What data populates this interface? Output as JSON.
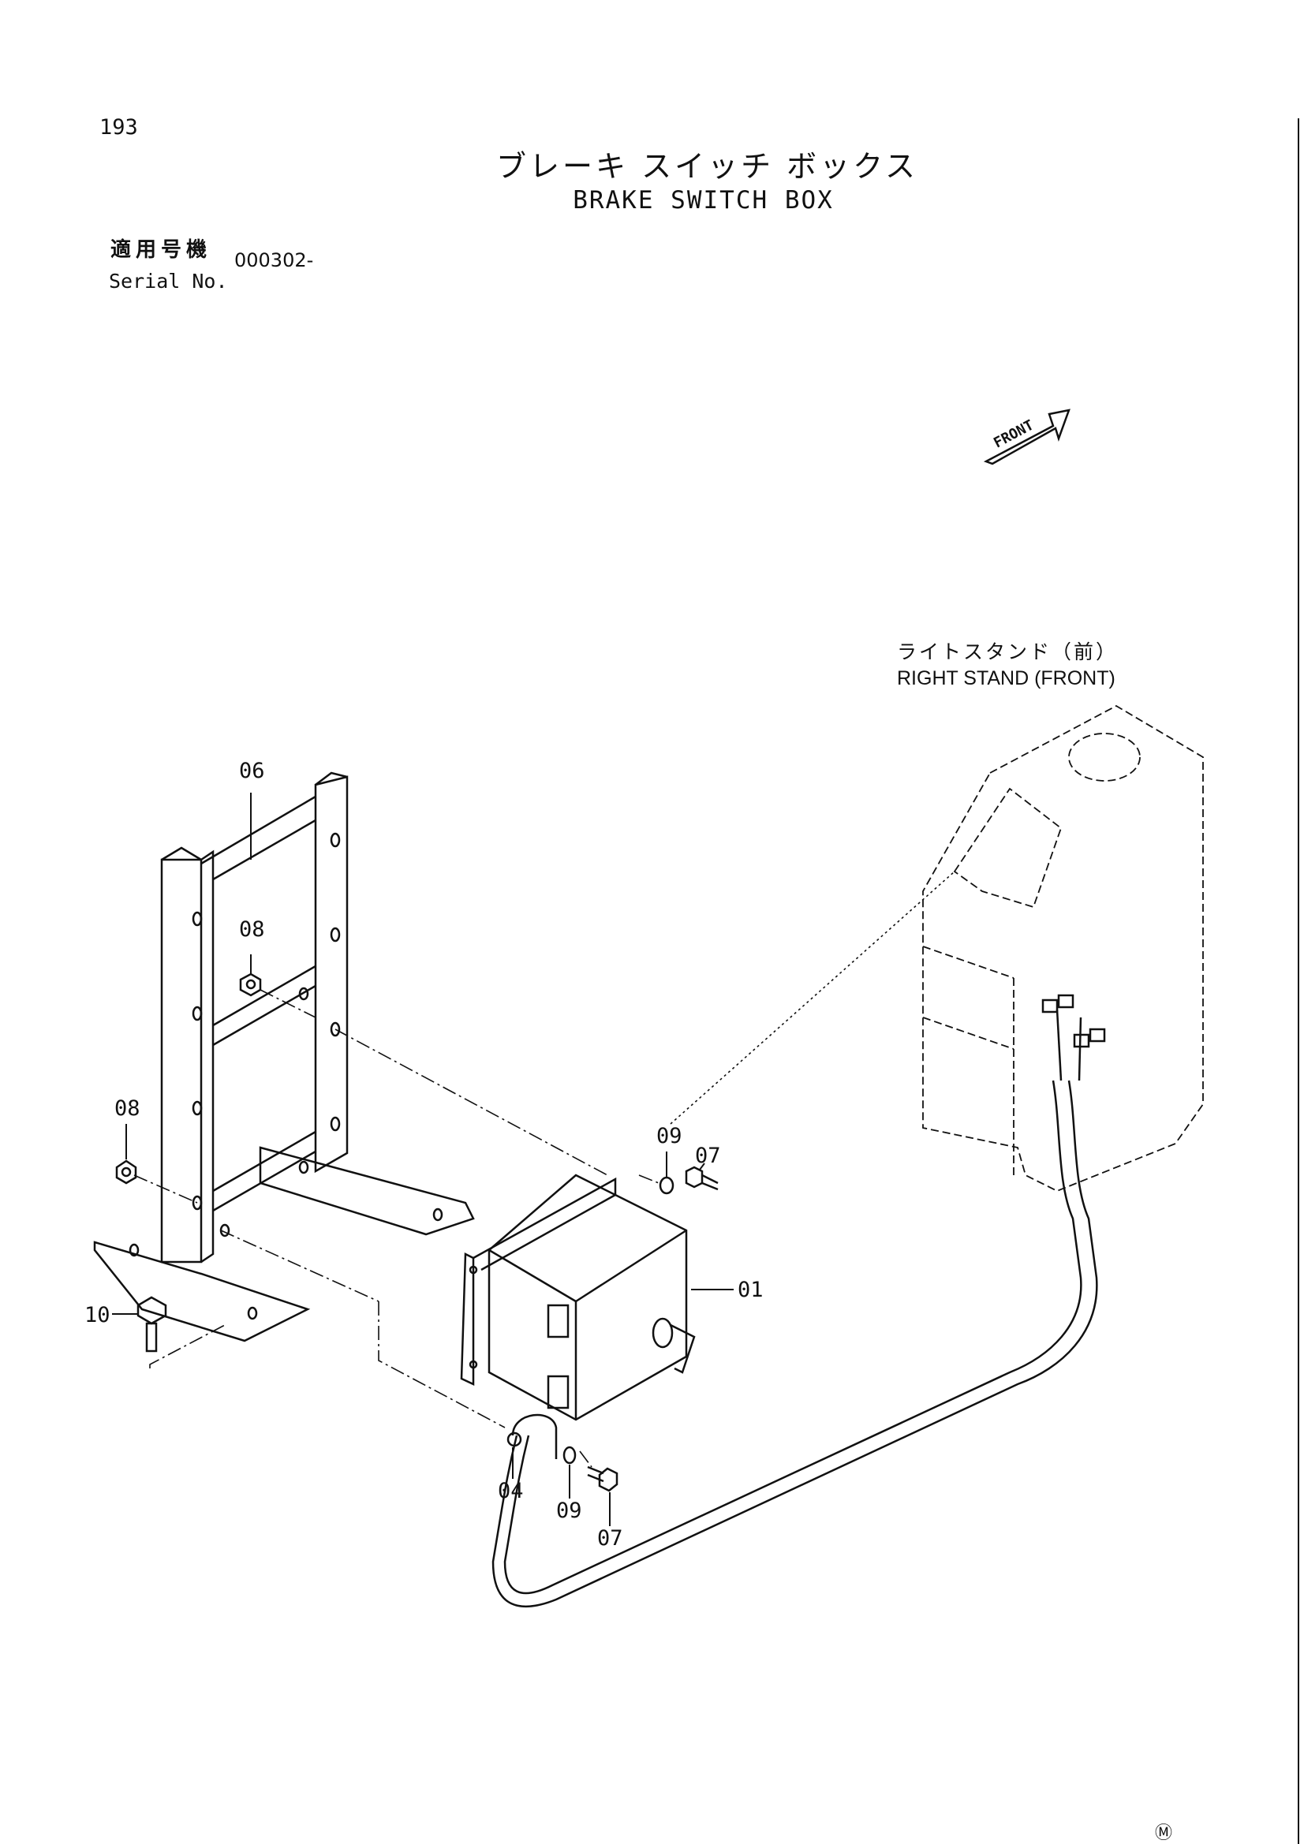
{
  "page_number": "193",
  "title_jp": "ブレーキ スイッチ ボックス",
  "title_en": "BRAKE SWITCH BOX",
  "serial": {
    "label_jp": "適用号機",
    "label_en": "Serial No.",
    "value": "000302-"
  },
  "front_label": "FRONT",
  "stand_label_jp": "ライトスタンド（前）",
  "stand_label_en": "RIGHT STAND (FRONT)",
  "callouts": [
    "06",
    "08",
    "08",
    "09",
    "07",
    "01",
    "10",
    "04",
    "09",
    "07"
  ],
  "corner_mark": "Ⓜ"
}
